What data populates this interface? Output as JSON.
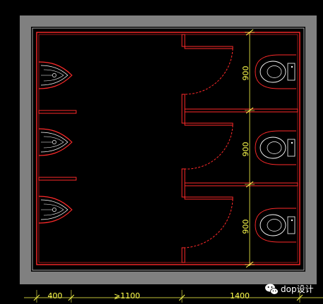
{
  "drawing": {
    "colors": {
      "background": "#000000",
      "frame": "#808080",
      "wall": "#ff2a2a",
      "fixture": "#ffffff",
      "dimension": "#ffff4d"
    },
    "fixtures": {
      "urinals": 3,
      "toilets": 3,
      "urinal_screens": 2,
      "stall_doors": 3
    },
    "stall_dimensions": [
      "900",
      "900",
      "900"
    ],
    "bottom_dimensions": {
      "urinal_zone": "400",
      "aisle": "⩾1100",
      "stall_depth": "1400"
    }
  },
  "watermark": {
    "icon": "wechat-icon",
    "text": "dop设计"
  }
}
